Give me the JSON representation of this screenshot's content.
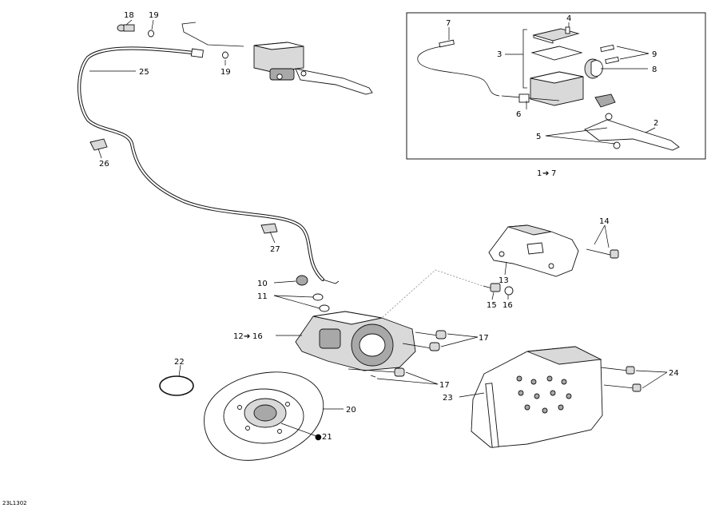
{
  "diagram": {
    "code": "23L1302",
    "labels": {
      "l1": "1",
      "l2": "2",
      "l3": "3",
      "l4": "4",
      "l5": "5",
      "l6": "6",
      "l7": "7",
      "l8": "8",
      "l9": "9",
      "l10": "10",
      "l11": "11",
      "l12_16": "12",
      "l13": "13",
      "l14": "14",
      "l15": "15",
      "l16": "16",
      "l17a": "17",
      "l17b": "17",
      "l18": "18",
      "l19a": "19",
      "l19b": "19",
      "l20": "20",
      "l21": "21",
      "l22": "22",
      "l23": "23",
      "l24": "24",
      "l25": "25",
      "l26": "26",
      "l27": "27",
      "l12_16_to": "16",
      "l1_7_from": "1",
      "l1_7_to": "7"
    },
    "arrow": "➔",
    "marker_21": "●"
  }
}
